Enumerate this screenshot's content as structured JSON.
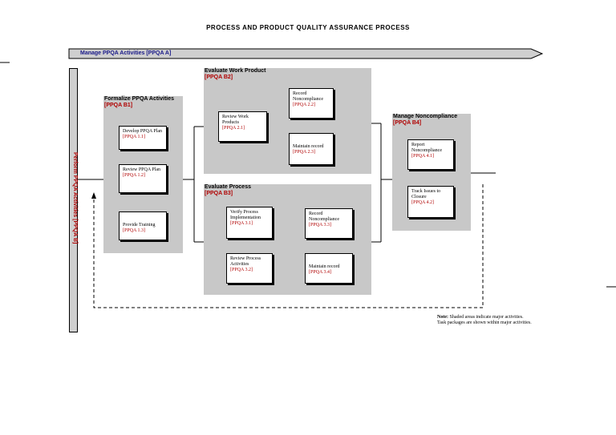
{
  "title": "PROCESS AND PRODUCT QUALITY ASSURANCE PROCESS",
  "banner": {
    "label": "Manage PPQA Activities [PPQA A]"
  },
  "side_bar": {
    "label": "Perform PPQA Activities [PPQA B]"
  },
  "regions": {
    "b1": {
      "title": "Formalize PPQA Activities",
      "code": "[PPQA B1]"
    },
    "b2": {
      "title": "Evaluate Work Product",
      "code": "[PPQA B2]"
    },
    "b3": {
      "title": "Evaluate Process",
      "code": "[PPQA B3]"
    },
    "b4": {
      "title": "Manage Noncompliance",
      "code": "[PPQA B4]"
    }
  },
  "tasks": {
    "t11": {
      "label": "Develop PPQA Plan",
      "code": "[PPQA 1.1]"
    },
    "t12": {
      "label": "Review PPQA Plan",
      "code": "[PPQA 1.2]"
    },
    "t13": {
      "label": "Provide Training",
      "code": "[PPQA 1.3]"
    },
    "t21": {
      "label": "Review Work Products",
      "code": "[PPQA 2.1]"
    },
    "t22": {
      "label": "Record Noncompliance",
      "code": "[PPQA 2.2]"
    },
    "t23": {
      "label": "Maintain record",
      "code": "[PPQA 2.3]"
    },
    "t31": {
      "label": "Verify Process Implementation",
      "code": "[PPQA 3.1]"
    },
    "t32": {
      "label": "Review Process Activities",
      "code": "[PPQA 3.2]"
    },
    "t33": {
      "label": "Record Noncompliance",
      "code": "[PPQA 3.3]"
    },
    "t34": {
      "label": "Maintain record",
      "code": "[PPQA 3.4]"
    },
    "t41": {
      "label": "Report Noncompliance",
      "code": "[PPQA 4.1]"
    },
    "t42": {
      "label": "Track Issues to Closure",
      "code": "[PPQA 4.2]"
    }
  },
  "note": {
    "bold": "Note:",
    "line1": " Shaded areas indicate major activities.",
    "line2": "Task packages are shown within major activities."
  },
  "colors": {
    "region": "#c8c8c8",
    "code": "#b00000",
    "banner_text": "#1a1a8a"
  }
}
